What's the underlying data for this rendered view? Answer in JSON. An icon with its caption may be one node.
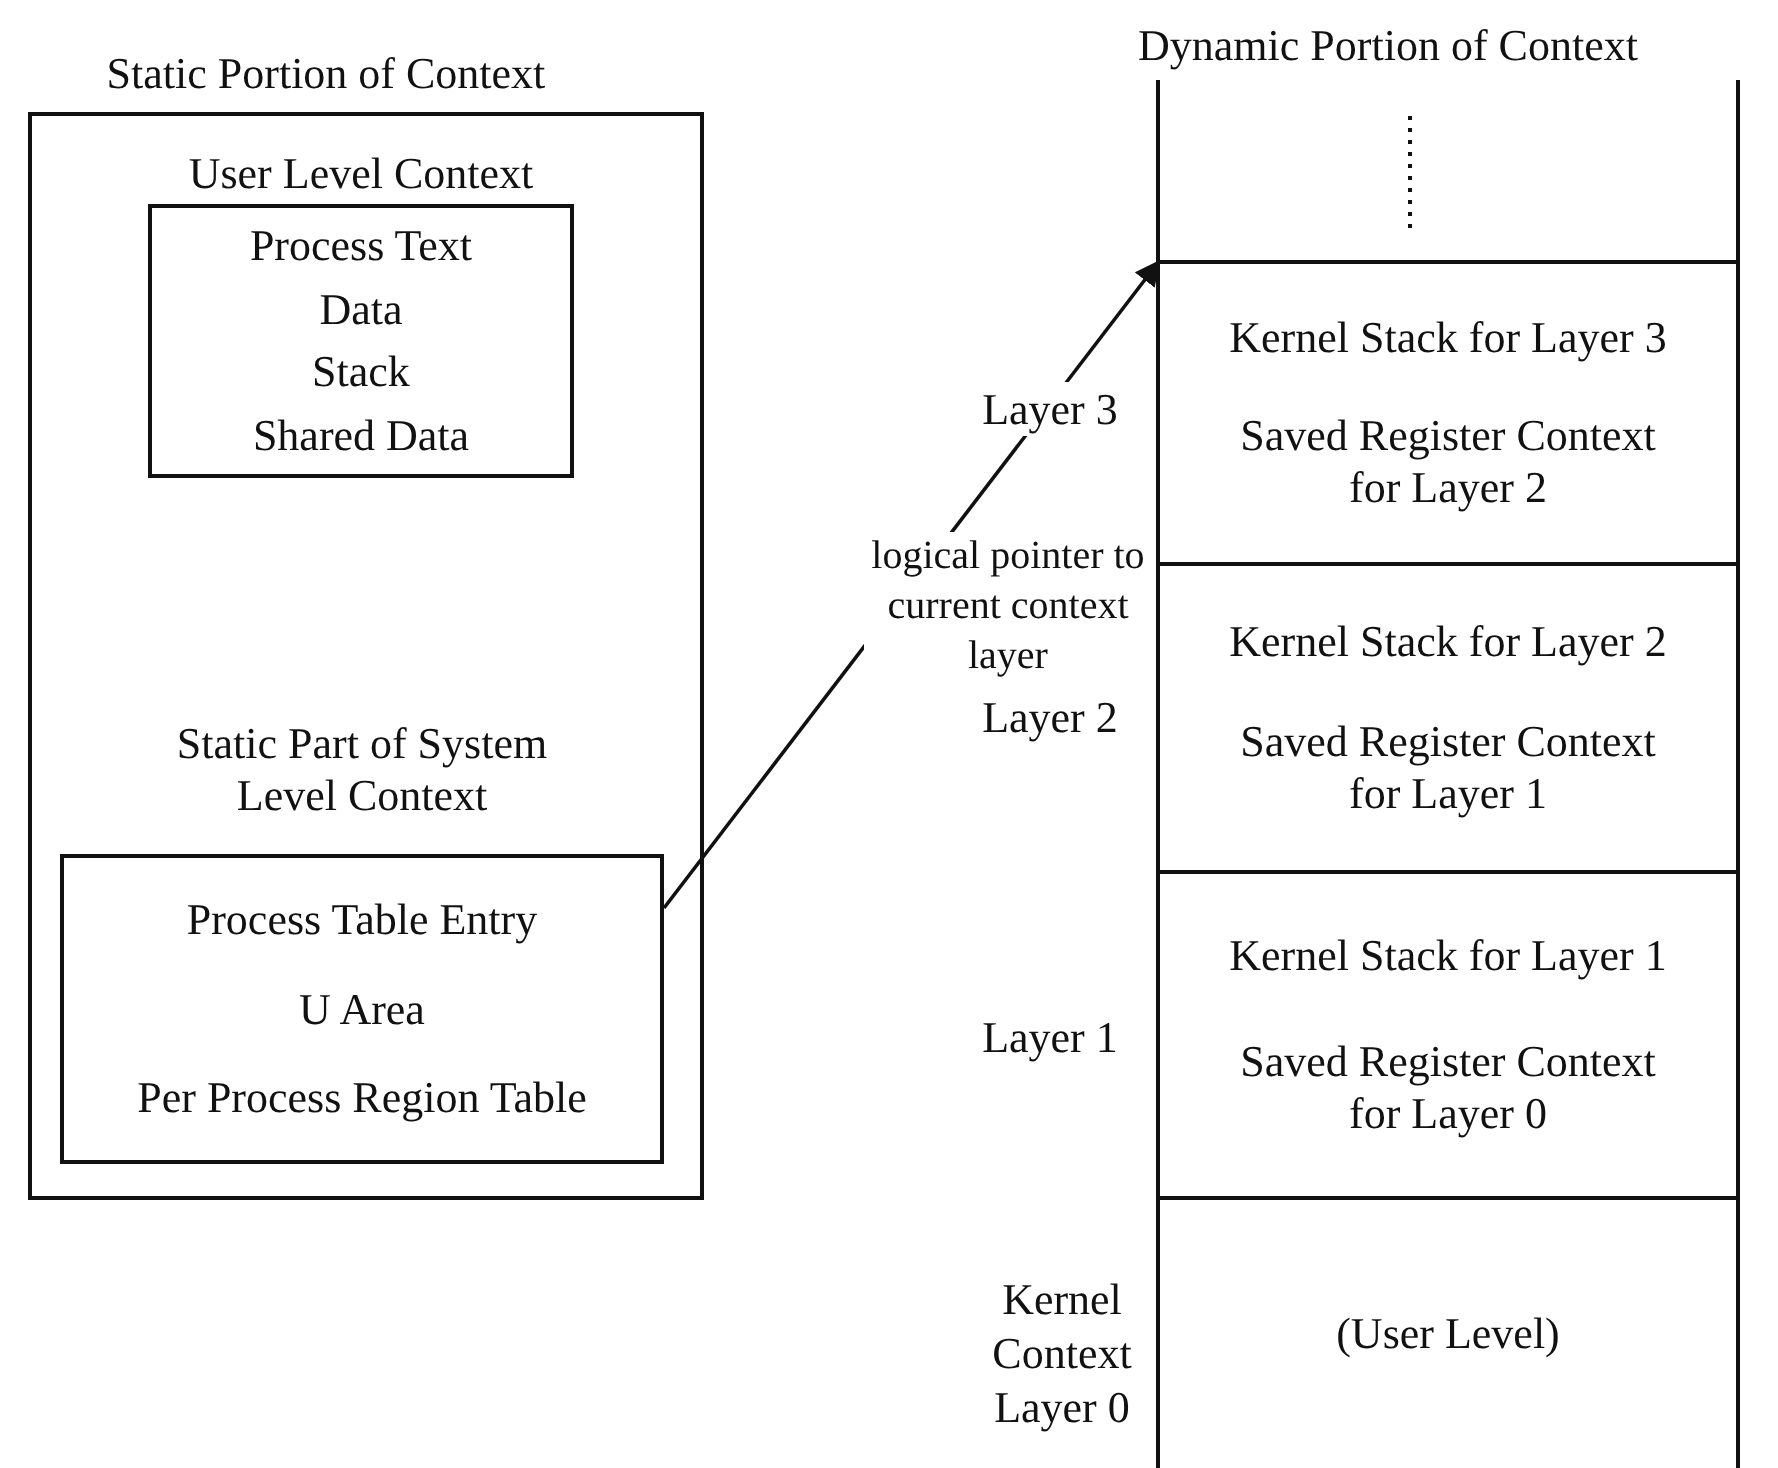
{
  "diagram": {
    "nodes": [
      {
        "text": [
          "Static Portion of Context"
        ]
      },
      {
        "text": [
          "User Level Context",
          "Process Text",
          "Data",
          "Stack",
          "Shared Data"
        ],
        "in": 0
      },
      {
        "text": [
          "Static Part of System Level Context",
          "Process Table Entry",
          "U Area",
          "Per Process Region Table"
        ],
        "in": 0
      },
      {
        "text": [
          "Dynamic Portion of Context"
        ]
      },
      {
        "text": [
          "Kernel Stack for Layer 3",
          "Saved Register Context for Layer 2"
        ],
        "in": 3,
        "beside": [
          "Layer 3"
        ]
      },
      {
        "text": [
          "Kernel Stack for Layer 2",
          "Saved Register Context for Layer 1"
        ],
        "in": 3,
        "beside": [
          "Layer 2"
        ]
      },
      {
        "text": [
          "Kernel Stack for Layer 1",
          "Saved Register Context for Layer 0"
        ],
        "in": 3,
        "beside": [
          "Layer 1"
        ]
      },
      {
        "text": [
          "(User Level)"
        ],
        "in": 3
      }
    ],
    "labels": [
      "Kernel Context Layer 0"
    ],
    "edges": [
      {
        "from": 2,
        "to": 4,
        "arrow": "to",
        "label": "logical pointer to current context layer"
      }
    ]
  }
}
